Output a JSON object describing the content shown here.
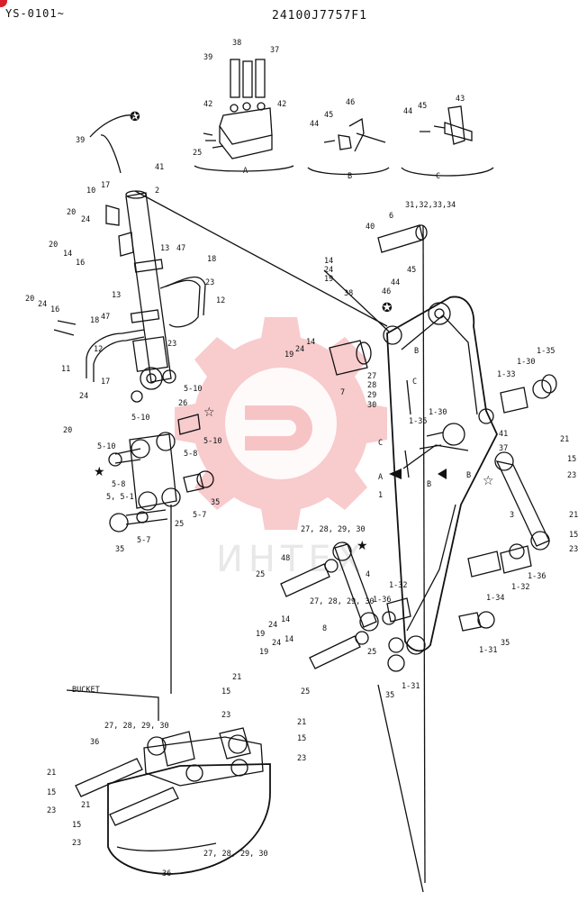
{
  "header": {
    "serial": "YS-0101~",
    "part_code": "24100J7757F1"
  },
  "watermark": {
    "text": "ИНТЕХ",
    "color": "#e8323a"
  },
  "detail_views": {
    "a": "A",
    "b": "B",
    "c": "C"
  },
  "section": {
    "bucket": "BUCKET"
  },
  "callouts": {
    "c39": "39",
    "c38": "38",
    "c37": "37",
    "c42a": "42",
    "c42b": "42",
    "c25a": "25",
    "c46": "46",
    "c44a": "44",
    "c45a": "45",
    "c43": "43",
    "c44b": "44",
    "c45b": "45",
    "c39b": "39",
    "c41a": "41",
    "c2": "2",
    "c10": "10",
    "c17a": "17",
    "c20a": "20",
    "c24a": "24",
    "c20b": "20",
    "c14a": "14",
    "c16a": "16",
    "c13a": "13",
    "c47a": "47",
    "c18a": "18",
    "c23a": "23",
    "c12a": "12",
    "c20c": "20",
    "c24b": "24",
    "c16b": "16",
    "c13b": "13",
    "c18b": "18",
    "c47b": "47",
    "c12b": "12",
    "c23b": "23",
    "c11": "11",
    "c17b": "17",
    "c24c": "24",
    "c20d": "20",
    "c510a": "5-10",
    "c26": "26",
    "c510b": "5-10",
    "c510c": "5-10",
    "c58a": "5-8",
    "c58b": "5-8",
    "c510d": "5-10",
    "c5": "5, 5-1",
    "c25b": "25",
    "c57a": "5-7",
    "c35a": "35",
    "c57b": "5-7",
    "c35b": "35",
    "c313": "31,32,33,34",
    "c6": "6",
    "c40": "40",
    "c14b": "14",
    "c24d": "24",
    "c19a": "19",
    "c38b": "38",
    "c45c": "45",
    "c44c": "44",
    "c46b": "46",
    "c19b": "19",
    "c24e": "24",
    "c14c": "14",
    "c7": "7",
    "c27a": "27",
    "c28a": "28",
    "c29a": "29",
    "c30a": "30",
    "cBa": "B",
    "cCa": "C",
    "c135a": "1-35",
    "c130a": "1-30",
    "c133": "1-33",
    "c130b": "1-30",
    "c135b": "1-35",
    "cCb": "C",
    "cAa": "A",
    "cBb": "B",
    "cBc": "B",
    "c1": "1",
    "c41b": "41",
    "c37b": "37",
    "c21a": "21",
    "c15a": "15",
    "c23c": "23",
    "c3": "3",
    "c21b": "21",
    "c15b": "15",
    "c23d": "23",
    "c27b": "27, 28, 29, 30",
    "c48": "48",
    "c4": "4",
    "c25c": "25",
    "c14d": "14",
    "c19c": "19",
    "c24f": "24",
    "c27c": "27, 28, 29, 30",
    "c8": "8",
    "c132a": "1-32",
    "c136a": "1-36",
    "c134": "1-34",
    "c132b": "1-32",
    "c136b": "1-36",
    "c131a": "1-31",
    "c35c": "35",
    "c25d": "25",
    "c135c": "35",
    "c131b": "1-31",
    "c19d": "19",
    "c24g": "24",
    "c14e": "14",
    "c25e": "25",
    "c21c": "21",
    "c15c": "15",
    "c23e": "23",
    "c21d": "21",
    "c15d": "15",
    "c23f": "23",
    "c27d": "27, 28, 29, 30",
    "c36a": "36",
    "c21e": "21",
    "c15e": "15",
    "c23g": "23",
    "c21f": "21",
    "c15f": "15",
    "c23h": "23",
    "c27e": "27, 28, 29, 30",
    "c36b": "36"
  }
}
